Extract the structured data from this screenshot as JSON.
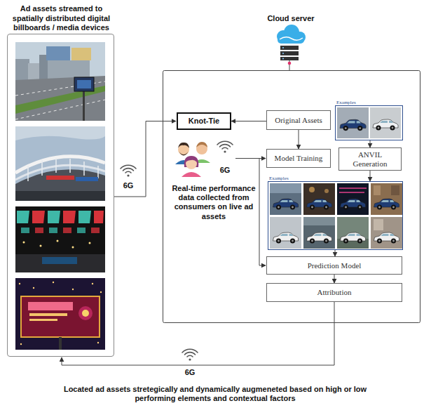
{
  "diagram": {
    "caption": "Located ad assets stretegically and dynamically augmeneted based on high or low performing elements and contextual factors",
    "nodes": [
      {
        "text": [
          "Ad assets streamed to spatially distributed digital billboards / media devices"
        ]
      },
      {
        "text": [
          "Cloud server"
        ]
      },
      {
        "text": [
          "Knot-Tie"
        ]
      },
      {
        "text": [
          "Original Assets"
        ]
      },
      {
        "text": [
          "Examples"
        ]
      },
      {
        "text": [
          "Model Training"
        ]
      },
      {
        "text": [
          "ANVIL Generation"
        ]
      },
      {
        "text": [
          "Examples"
        ]
      },
      {
        "text": [
          "Prediction Model"
        ]
      },
      {
        "text": [
          "Attribution"
        ]
      }
    ],
    "edges": [
      {
        "from": 0,
        "to": 2,
        "arrow": "to"
      },
      {
        "from": 3,
        "to": 2,
        "arrow": "to"
      },
      {
        "from": 3,
        "to": 5,
        "arrow": "to"
      },
      {
        "from": 4,
        "to": 6,
        "arrow": "to"
      },
      {
        "from": 6,
        "to": 7,
        "arrow": "to"
      },
      {
        "from": 7,
        "to": 8,
        "arrow": "to"
      },
      {
        "from": 8,
        "to": 9,
        "arrow": "to"
      },
      {
        "from": 9,
        "to": 0,
        "arrow": "to"
      }
    ],
    "labels": [
      "6G",
      "Real-time performance data collected from consumers on live ad assets",
      "6G",
      "6G"
    ]
  }
}
